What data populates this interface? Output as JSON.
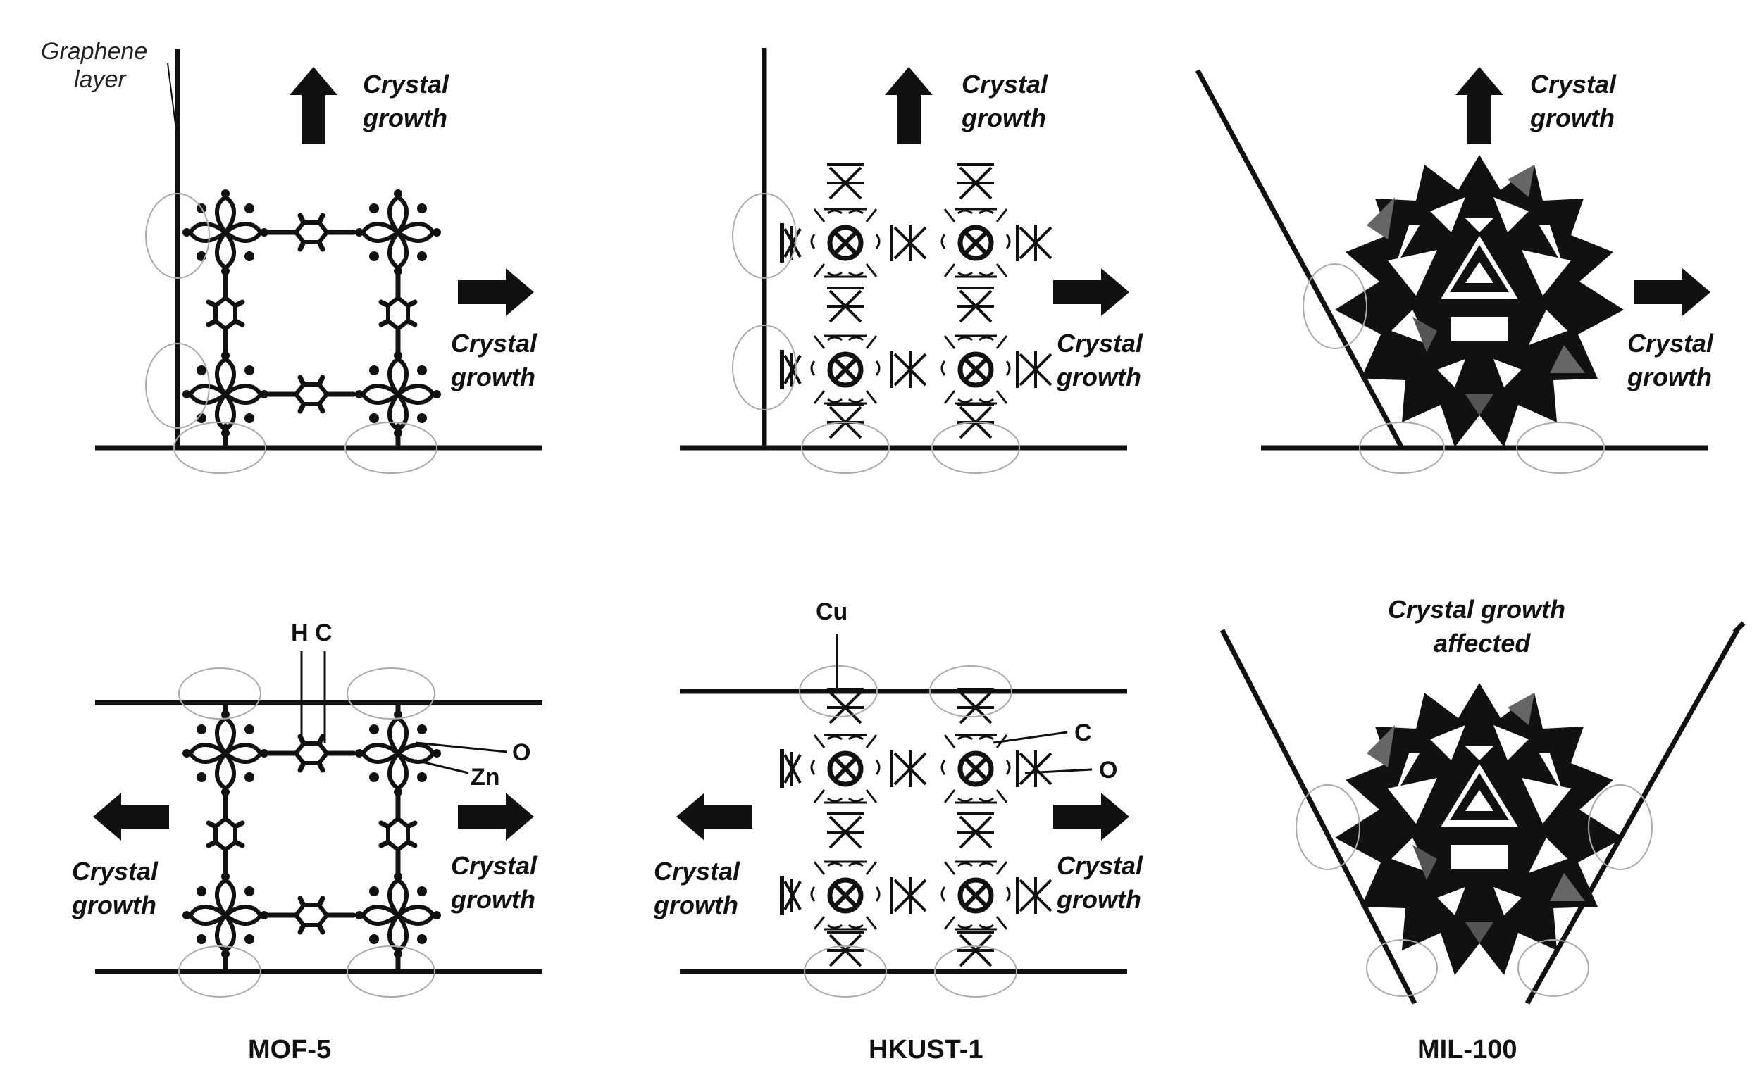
{
  "labels": {
    "graphene_layer": [
      "Graphene",
      "layer"
    ],
    "crystal_growth": [
      "Crystal",
      "growth"
    ],
    "crystal_growth_affected": [
      "Crystal growth",
      "affected"
    ],
    "h": "H",
    "c": "C",
    "o": "O",
    "zn": "Zn",
    "cu": "Cu"
  },
  "panel_names": [
    "MOF-5",
    "HKUST-1",
    "MIL-100"
  ]
}
